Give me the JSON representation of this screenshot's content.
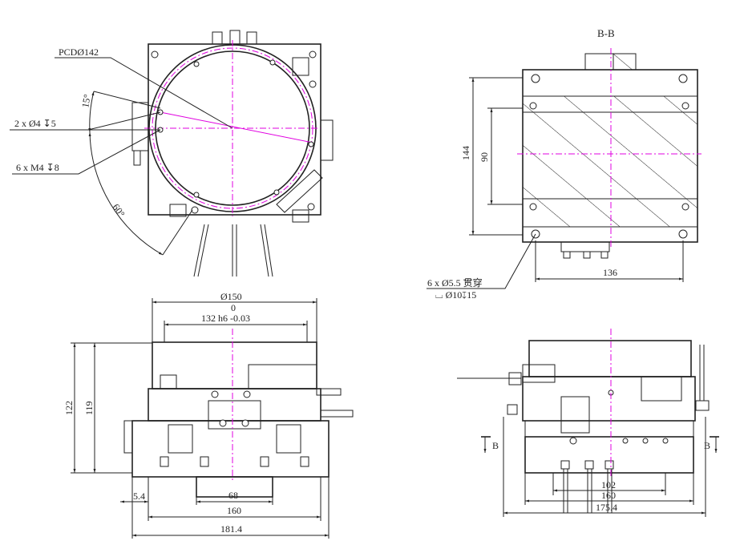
{
  "top_view": {
    "pcd_label": "PCDØ142",
    "holes_label_1": "2 x Ø4 ↧5",
    "holes_label_2": "6 x M4 ↧8",
    "angle_15": "15°",
    "angle_60": "60°"
  },
  "section_view": {
    "title": "B-B",
    "dim_height": "144",
    "dim_inner": "90",
    "dim_width": "136",
    "hole_note_1": "6 x Ø5.5 贯穿",
    "hole_note_2": "⌴ Ø10↧15"
  },
  "front_view": {
    "dim_diameter": "Ø150",
    "dim_tol_upper": "0",
    "dim_fit": "132 h6 -0.03",
    "dim_height_1": "122",
    "dim_height_2": "119",
    "dim_bottom": "68",
    "dim_base": "160",
    "dim_total": "181.4",
    "dim_offset": "5.4"
  },
  "side_view": {
    "section_mark_left": "B",
    "section_mark_right": "B",
    "dim_1": "102",
    "dim_2": "160",
    "dim_3": "175.4"
  },
  "colors": {
    "line": "#222222",
    "centerline": "#e000e0"
  }
}
